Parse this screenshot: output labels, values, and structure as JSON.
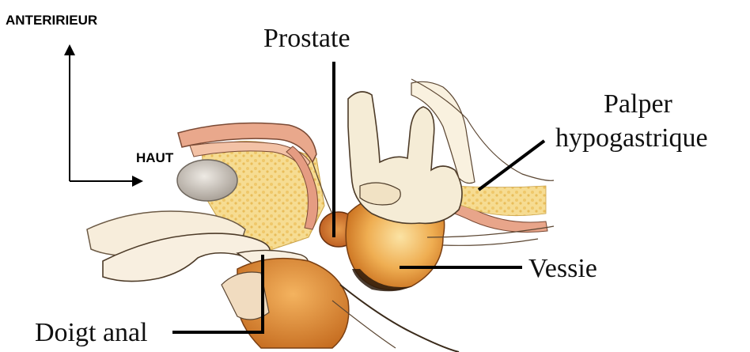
{
  "orientation": {
    "anterior_label": "ANTERIRIEUR",
    "superior_label": "HAUT"
  },
  "labels": {
    "prostate": "Prostate",
    "palper_line1": "Palper",
    "palper_line2": "hypogastrique",
    "vessie": "Vessie",
    "doigt_anal": "Doigt anal"
  },
  "colors": {
    "skin": "#f3e6c8",
    "orange_organ": "#d9862b",
    "bladder_light": "#f6c06a",
    "fat_yellow": "#f5d98a",
    "bone_gray": "#c8c0b4",
    "pink_tissue": "#e8a58a",
    "line": "#000000"
  }
}
